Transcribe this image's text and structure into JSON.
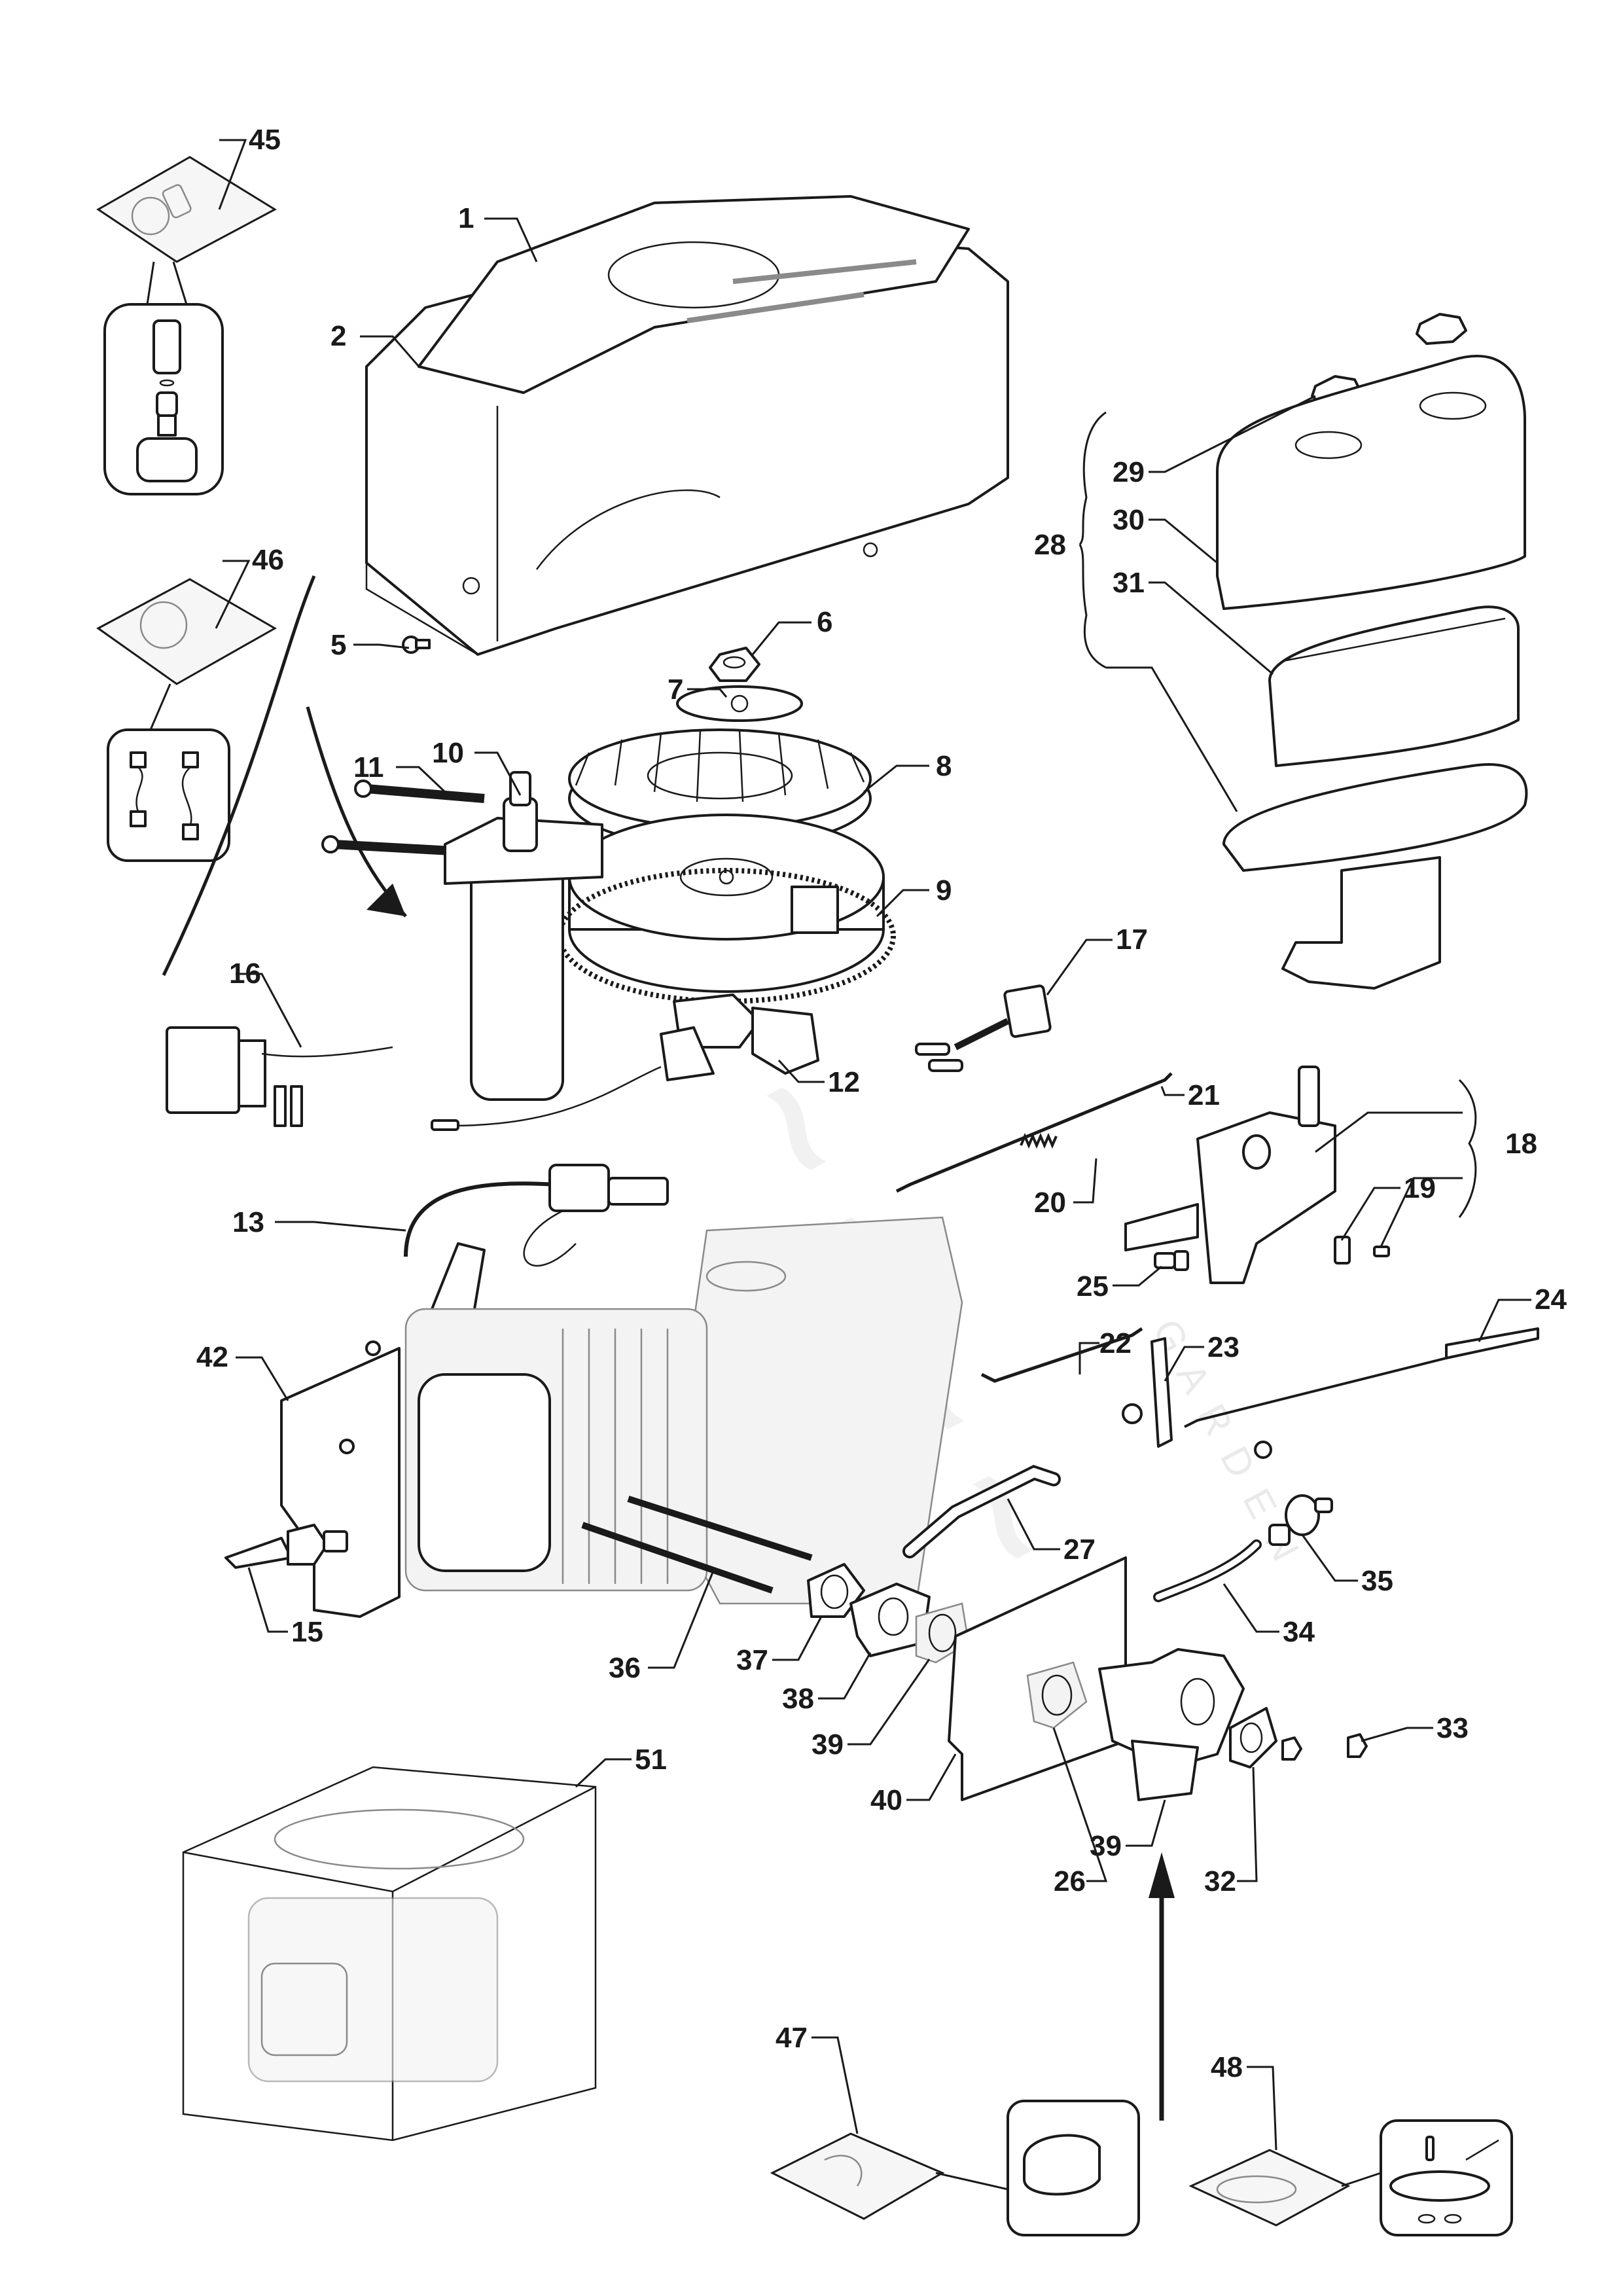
{
  "diagram": {
    "title": "Engine exploded parts diagram",
    "watermark_subtext": "GARDEN",
    "callouts": [
      {
        "id": "1",
        "label": "1"
      },
      {
        "id": "2",
        "label": "2"
      },
      {
        "id": "5",
        "label": "5"
      },
      {
        "id": "6",
        "label": "6"
      },
      {
        "id": "7",
        "label": "7"
      },
      {
        "id": "8",
        "label": "8"
      },
      {
        "id": "9",
        "label": "9"
      },
      {
        "id": "10",
        "label": "10"
      },
      {
        "id": "11",
        "label": "11"
      },
      {
        "id": "12",
        "label": "12"
      },
      {
        "id": "13",
        "label": "13"
      },
      {
        "id": "15",
        "label": "15"
      },
      {
        "id": "16",
        "label": "16"
      },
      {
        "id": "17",
        "label": "17"
      },
      {
        "id": "18",
        "label": "18"
      },
      {
        "id": "19",
        "label": "19"
      },
      {
        "id": "20",
        "label": "20"
      },
      {
        "id": "21",
        "label": "21"
      },
      {
        "id": "22",
        "label": "22"
      },
      {
        "id": "23",
        "label": "23"
      },
      {
        "id": "24",
        "label": "24"
      },
      {
        "id": "25",
        "label": "25"
      },
      {
        "id": "26",
        "label": "26"
      },
      {
        "id": "27",
        "label": "27"
      },
      {
        "id": "28",
        "label": "28"
      },
      {
        "id": "29",
        "label": "29"
      },
      {
        "id": "30",
        "label": "30"
      },
      {
        "id": "31",
        "label": "31"
      },
      {
        "id": "32",
        "label": "32"
      },
      {
        "id": "33",
        "label": "33"
      },
      {
        "id": "34",
        "label": "34"
      },
      {
        "id": "35",
        "label": "35"
      },
      {
        "id": "36",
        "label": "36"
      },
      {
        "id": "37",
        "label": "37"
      },
      {
        "id": "38",
        "label": "38"
      },
      {
        "id": "39a",
        "label": "39"
      },
      {
        "id": "39b",
        "label": "39"
      },
      {
        "id": "40",
        "label": "40"
      },
      {
        "id": "42",
        "label": "42"
      },
      {
        "id": "45",
        "label": "45"
      },
      {
        "id": "46",
        "label": "46"
      },
      {
        "id": "47",
        "label": "47"
      },
      {
        "id": "48",
        "label": "48"
      },
      {
        "id": "51",
        "label": "51"
      }
    ],
    "parts": [
      {
        "ref": "1",
        "name": "blower-housing-top-cover"
      },
      {
        "ref": "2",
        "name": "blower-housing"
      },
      {
        "ref": "5",
        "name": "screw"
      },
      {
        "ref": "6",
        "name": "flywheel-nut"
      },
      {
        "ref": "7",
        "name": "washer-plate"
      },
      {
        "ref": "8",
        "name": "cooling-fan"
      },
      {
        "ref": "9",
        "name": "flywheel"
      },
      {
        "ref": "10",
        "name": "starter-motor"
      },
      {
        "ref": "11",
        "name": "starter-bolts"
      },
      {
        "ref": "12",
        "name": "charging-coil"
      },
      {
        "ref": "13",
        "name": "ignition-coil"
      },
      {
        "ref": "15",
        "name": "oil-pressure-switch"
      },
      {
        "ref": "16",
        "name": "voltage-regulator"
      },
      {
        "ref": "17",
        "name": "wire-harness-connector"
      },
      {
        "ref": "18",
        "name": "governor-control-assembly"
      },
      {
        "ref": "19",
        "name": "clip"
      },
      {
        "ref": "20",
        "name": "governor-spring"
      },
      {
        "ref": "21",
        "name": "throttle-link-rod"
      },
      {
        "ref": "22",
        "name": "choke-link-rod"
      },
      {
        "ref": "23",
        "name": "governor-lever"
      },
      {
        "ref": "24",
        "name": "link-rod-long"
      },
      {
        "ref": "25",
        "name": "bolt"
      },
      {
        "ref": "26",
        "name": "carburetor"
      },
      {
        "ref": "27",
        "name": "breather-hose"
      },
      {
        "ref": "28",
        "name": "air-filter-assembly"
      },
      {
        "ref": "29",
        "name": "wing-nut"
      },
      {
        "ref": "30",
        "name": "air-filter-cover"
      },
      {
        "ref": "31",
        "name": "air-filter-element"
      },
      {
        "ref": "32",
        "name": "gasket"
      },
      {
        "ref": "33",
        "name": "nut"
      },
      {
        "ref": "34",
        "name": "fuel-hose"
      },
      {
        "ref": "35",
        "name": "fuel-filter"
      },
      {
        "ref": "36",
        "name": "stud-bolts"
      },
      {
        "ref": "37",
        "name": "intake-gasket"
      },
      {
        "ref": "38",
        "name": "carburetor-spacer"
      },
      {
        "ref": "39",
        "name": "gasket"
      },
      {
        "ref": "40",
        "name": "heat-shield-plate"
      },
      {
        "ref": "42",
        "name": "bracket"
      },
      {
        "ref": "45",
        "name": "starter-drive-kit"
      },
      {
        "ref": "46",
        "name": "brush-kit"
      },
      {
        "ref": "47",
        "name": "repair-kit"
      },
      {
        "ref": "48",
        "name": "carburetor-gasket-kit"
      },
      {
        "ref": "51",
        "name": "complete-engine"
      }
    ]
  }
}
